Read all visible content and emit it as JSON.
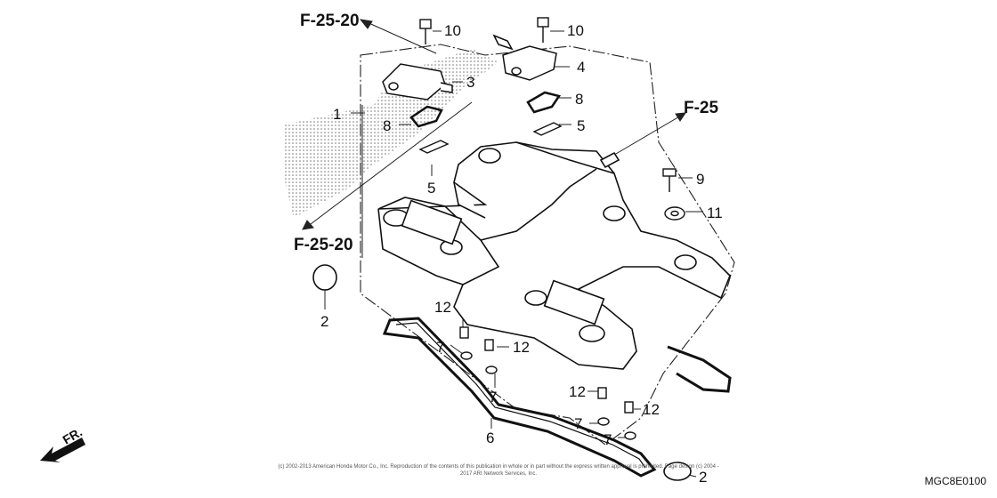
{
  "references": {
    "f_25_20_top": "F-25-20",
    "f_25_20_left": "F-25-20",
    "f_25": "F-25"
  },
  "callouts": {
    "c1": "1",
    "c2a": "2",
    "c2b": "2",
    "c3": "3",
    "c4": "4",
    "c5a": "5",
    "c5b": "5",
    "c6": "6",
    "c7a": "7",
    "c7b": "7",
    "c7c": "7",
    "c7d": "7",
    "c8a": "8",
    "c8b": "8",
    "c9": "9",
    "c10a": "10",
    "c10b": "10",
    "c11": "11",
    "c12a": "12",
    "c12b": "12",
    "c12c": "12",
    "c12d": "12"
  },
  "front_marker": "FR.",
  "diagram_code": "MGC8E0100",
  "copyright": "(c) 2002-2013 American Honda Motor Co., Inc. Reproduction of the contents of this publication in whole or in part without the express written approval is prohibited. Page design (c) 2004 - 2017 ARI Network Services, Inc."
}
